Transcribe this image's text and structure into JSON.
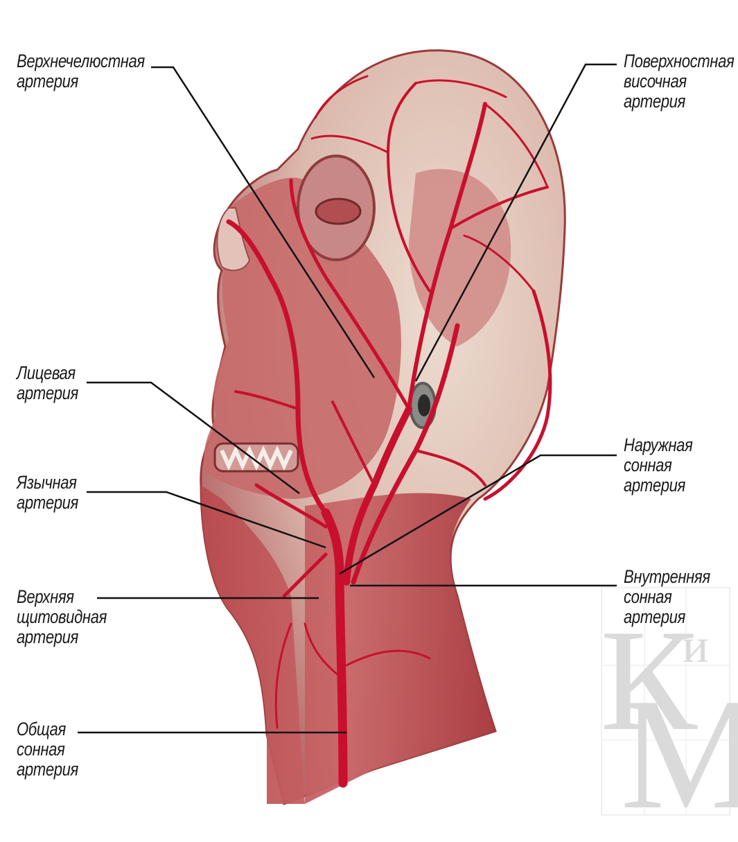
{
  "labels": {
    "maxillary": [
      "Верхнечелюстная",
      "артерия"
    ],
    "superficial_temporal": [
      "Поверхностная",
      "височная",
      "артерия"
    ],
    "facial": [
      "Лицевая",
      "артерия"
    ],
    "lingual": [
      "Язычная",
      "артерия"
    ],
    "external_carotid": [
      "Наружная",
      "сонная",
      "артерия"
    ],
    "superior_thyroid": [
      "Верхняя",
      "щитовидная",
      "артерия"
    ],
    "internal_carotid": [
      "Внутренняя",
      "сонная",
      "артерия"
    ],
    "common_carotid": [
      "Общая",
      "сонная",
      "артерия"
    ]
  },
  "watermark": {
    "letters": [
      "К",
      "и",
      "М"
    ]
  },
  "colors": {
    "artery": "#c8102e",
    "muscle": "#b6424a",
    "skin": "#e7cfc3",
    "line": "#111111"
  }
}
